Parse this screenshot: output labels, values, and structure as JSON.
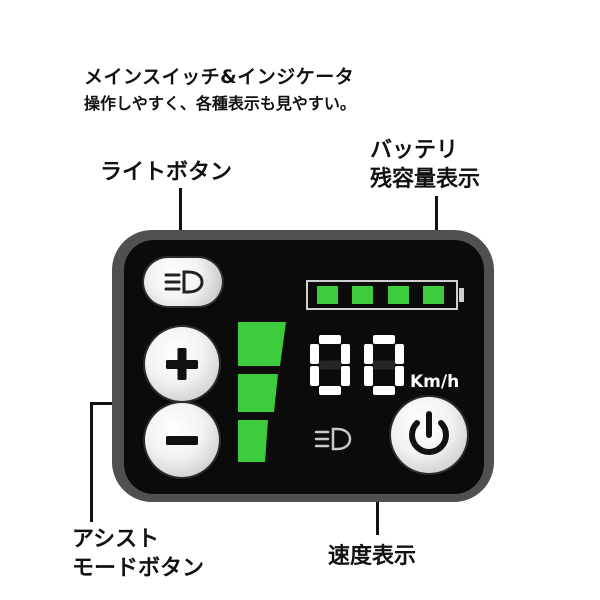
{
  "heading": {
    "title": "メインスイッチ&インジケータ",
    "subtitle": "操作しやすく、各種表示も見やすい。"
  },
  "callouts": {
    "light_button": "ライトボタン",
    "battery_line1": "バッテリ",
    "battery_line2": "残容量表示",
    "assist_line1": "アシスト",
    "assist_line2": "モードボタン",
    "speed": "速度表示"
  },
  "display": {
    "speed_digits": "00",
    "speed_unit": "Km/h",
    "battery_level": "4/4",
    "assist_level": "3/3"
  },
  "colors": {
    "indicator_green": "#3ccc3c",
    "panel_frame": "#4f5051",
    "display_bg": "#0b0b0b"
  },
  "icons": {
    "light_button": "headlight-icon",
    "light_indicator": "headlight-indicator-icon",
    "plus_button": "plus-icon",
    "minus_button": "minus-icon",
    "power_button": "power-icon"
  }
}
